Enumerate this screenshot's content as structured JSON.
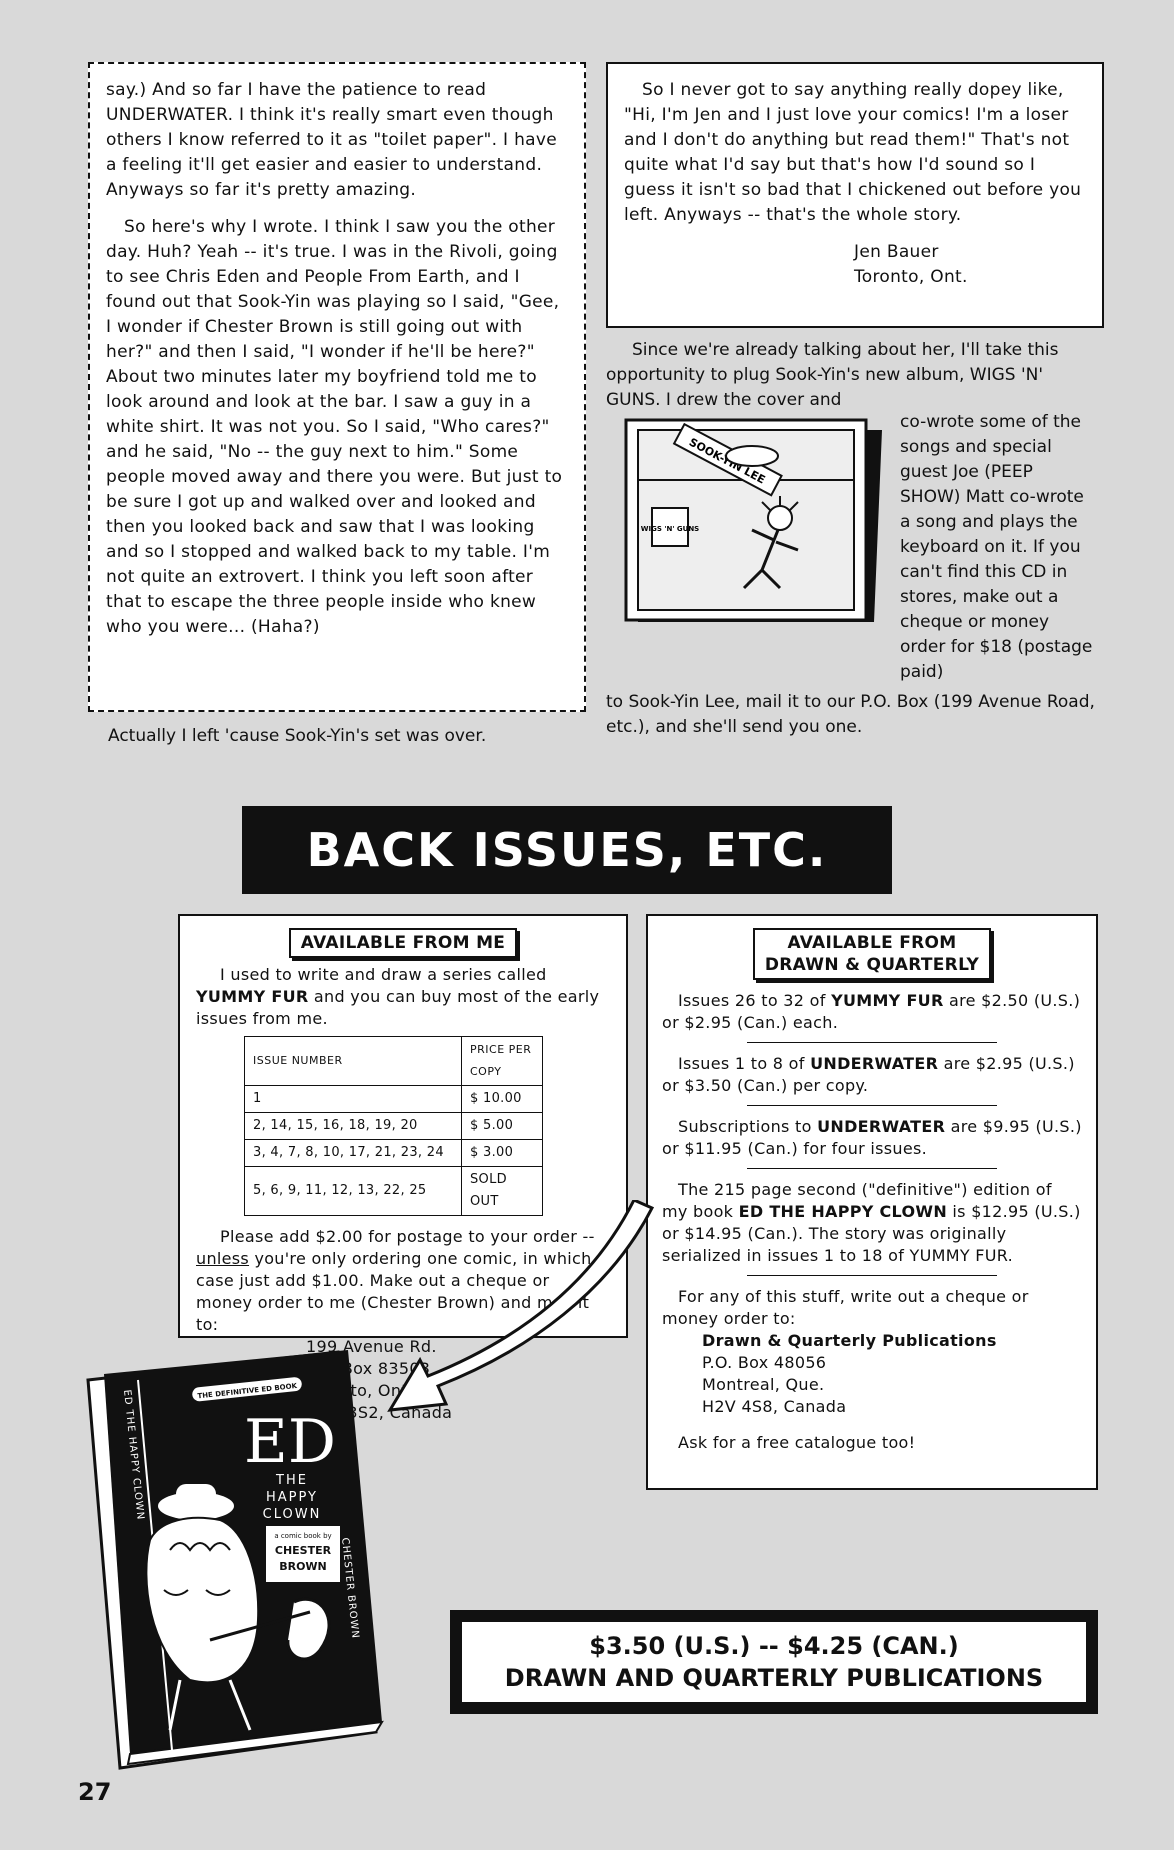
{
  "letter": {
    "paragraphs": [
      "say.) And so far I have the patience to read UNDERWATER. I think it's really smart even though others I know referred to it as \"toilet paper\". I have a feeling it'll get easier and easier to understand. Anyways so far it's pretty amazing.",
      "So here's why I wrote. I think I saw you the other day. Huh? Yeah -- it's true. I was in the Rivoli, going to see Chris Eden and People From Earth, and I found out that Sook-Yin was playing so I said, \"Gee, I wonder if Chester Brown is still going out with her?\" and then I said, \"I wonder if he'll be here?\" About two minutes later my boyfriend told me to look around and look at the bar. I saw a guy in a white shirt. It was not you. So I said, \"Who cares?\" and he said, \"No -- the guy next to him.\" Some people moved away and there you were. But just to be sure I got up and walked over and looked and then you looked back and saw that I was looking and so I stopped and walked back to my table. I'm not quite an extrovert. I think you left soon after that to escape the three people inside who knew who you were... (Haha?)"
    ],
    "continued": "So I never got to say anything really dopey like, \"Hi, I'm Jen and I just love your comics! I'm a loser and I don't do anything but read them!\" That's not quite what I'd say but that's how I'd sound so I guess it isn't so bad that I chickened out before you left. Anyways -- that's the whole story.",
    "signoff_name": "Jen Bauer",
    "signoff_place": "Toronto, Ont."
  },
  "reply": "Actually I left 'cause Sook-Yin's set was over.",
  "plug": {
    "intro": "Since we're already talking about her, I'll take this opportunity to plug Sook-Yin's new album, WIGS 'N' GUNS. I drew the cover and",
    "side": "co-wrote some of the songs and special guest Joe (PEEP SHOW) Matt co-wrote a song and plays the keyboard on it. If you can't find this CD in stores, make out a cheque or money order for $18 (postage paid)",
    "outro": "to Sook-Yin Lee, mail it to our P.O. Box (199 Avenue Road, etc.), and she'll send you one.",
    "cd_banner": "SOOK-YIN LEE",
    "cd_sign": "WIGS 'N' GUNS"
  },
  "banner": "BACK ISSUES, ETC.",
  "from_me": {
    "label": "AVAILABLE FROM ME",
    "intro_a": "I used to write and draw a series called",
    "intro_b": "YUMMY FUR",
    "intro_c": "and you can buy most of the early issues from me.",
    "col_issue": "ISSUE NUMBER",
    "col_price": "PRICE PER COPY",
    "rows": [
      {
        "issues": "1",
        "price": "$ 10.00"
      },
      {
        "issues": "2, 14, 15, 16, 18, 19, 20",
        "price": "$ 5.00"
      },
      {
        "issues": "3, 4, 7, 8, 10, 17, 21, 23, 24",
        "price": "$ 3.00"
      },
      {
        "issues": "5, 6, 9, 11, 12, 13, 22, 25",
        "price": "SOLD OUT"
      }
    ],
    "postage_a": "Please add $2.00 for postage to your order --",
    "postage_unless": "unless",
    "postage_b": "you're only ordering one comic, in which case just add $1.00. Make out a cheque or money order to me (Chester Brown) and mail it to:",
    "address": [
      "199 Avenue Rd.",
      "P.O. Box 83503",
      "Toronto, Ont.",
      "M5R 3S2, Canada"
    ]
  },
  "dq": {
    "label_1": "AVAILABLE FROM",
    "label_2": "DRAWN & QUARTERLY",
    "p1_a": "Issues 26 to 32 of",
    "p1_b": "YUMMY FUR",
    "p1_c": "are $2.50 (U.S.) or $2.95 (Can.) each.",
    "p2_a": "Issues 1 to 8 of",
    "p2_b": "UNDERWATER",
    "p2_c": "are $2.95 (U.S.) or $3.50 (Can.) per copy.",
    "p3_a": "Subscriptions to",
    "p3_b": "UNDERWATER",
    "p3_c": "are $9.95 (U.S.) or $11.95 (Can.) for four issues.",
    "p4_a": "The 215 page second (\"definitive\") edition of my book",
    "p4_b": "ED THE HAPPY CLOWN",
    "p4_c": "is $12.95 (U.S.) or $14.95 (Can.). The story was originally serialized in issues 1 to 18 of YUMMY FUR.",
    "p5": "For any of this stuff, write out a cheque or money order to:",
    "publisher": "Drawn & Quarterly Publications",
    "address": [
      "P.O. Box 48056",
      "Montreal, Que.",
      "H2V 4S8, Canada"
    ],
    "catalogue": "Ask for a free catalogue too!"
  },
  "book": {
    "badge": "THE DEFINITIVE ED BOOK",
    "title": "ED",
    "subtitle_1": "THE",
    "subtitle_2": "HAPPY",
    "subtitle_3": "CLOWN",
    "byline_small": "a comic book by",
    "byline_1": "CHESTER",
    "byline_2": "BROWN",
    "spine_1": "ED THE HAPPY CLOWN",
    "spine_2": "CHESTER BROWN"
  },
  "price": {
    "line1": "$3.50 (U.S.) -- $4.25 (CAN.)",
    "line2": "DRAWN AND QUARTERLY PUBLICATIONS"
  },
  "page_number": "27"
}
